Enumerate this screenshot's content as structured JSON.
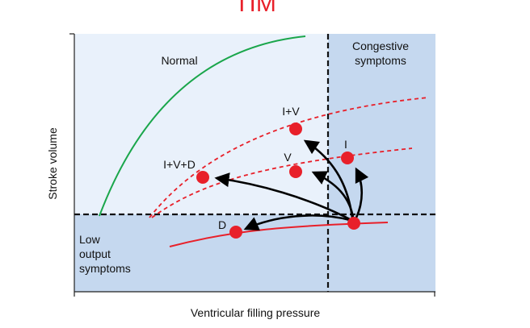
{
  "title": "TIM",
  "axes": {
    "x_label": "Ventricular filling pressure",
    "y_label": "Stroke volume"
  },
  "regions": {
    "normal": "Normal",
    "congestive_line1": "Congestive",
    "congestive_line2": "symptoms",
    "low_output_line1": "Low",
    "low_output_line2": "output",
    "low_output_line3": "symptoms"
  },
  "points": {
    "iv": "I+V",
    "ivd": "I+V+D",
    "v": "V",
    "i": "I",
    "d": "D"
  },
  "colors": {
    "normal_curve": "#1aa64b",
    "failure_curves": "#e8202a",
    "arrows": "#000000",
    "region_light": "#e9f1fb",
    "region_dark": "#c5d8ef",
    "title": "#e8202a"
  }
}
